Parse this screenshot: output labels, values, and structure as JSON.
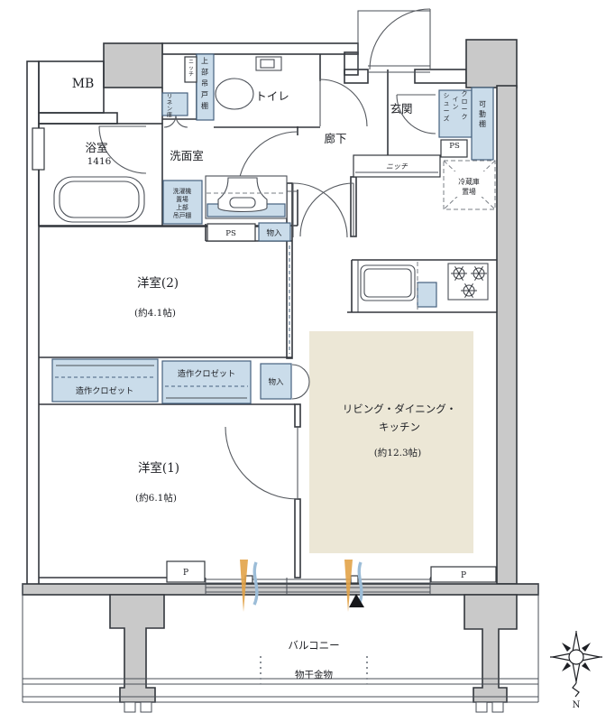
{
  "rooms": {
    "mb": "MB",
    "bath": "浴室",
    "bath_size": "1416",
    "washroom": "洗面室",
    "toilet": "トイレ",
    "hall": "廊下",
    "entry": "玄関",
    "bedroom2": "洋室(2)",
    "bedroom2_size": "(約4.1帖)",
    "bedroom1": "洋室(1)",
    "bedroom1_size": "(約6.1帖)",
    "ldk_line1": "リビング・ダイニング・",
    "ldk_line2": "キッチン",
    "ldk_size": "(約12.3帖)",
    "balcony": "バルコニー"
  },
  "labels": {
    "linen": "リネン庫",
    "niche_top": "ニッチ",
    "upper_cabinet": "上部吊戸棚",
    "washer1": "洗濯機",
    "washer2": "置場",
    "washer3": "上部",
    "washer4": "吊戸棚",
    "ps": "PS",
    "storage": "物入",
    "shoes1": "シューズ",
    "shoes2": "イン",
    "shoes3": "クローク",
    "shelf": "可動棚",
    "fridge1": "冷蔵庫",
    "fridge2": "置場",
    "niche_hall": "ニッチ",
    "closet": "造作クロゼット",
    "p": "P",
    "laundry": "物干金物",
    "north": "N"
  },
  "colors": {
    "fixture_blue": "#cadcea",
    "floor_beige": "#ece7d6",
    "wall_gray": "#c9c9c9",
    "line_dark": "#33373d",
    "flame_orange": "#e2a348",
    "wave_blue": "#9cbdd8"
  }
}
